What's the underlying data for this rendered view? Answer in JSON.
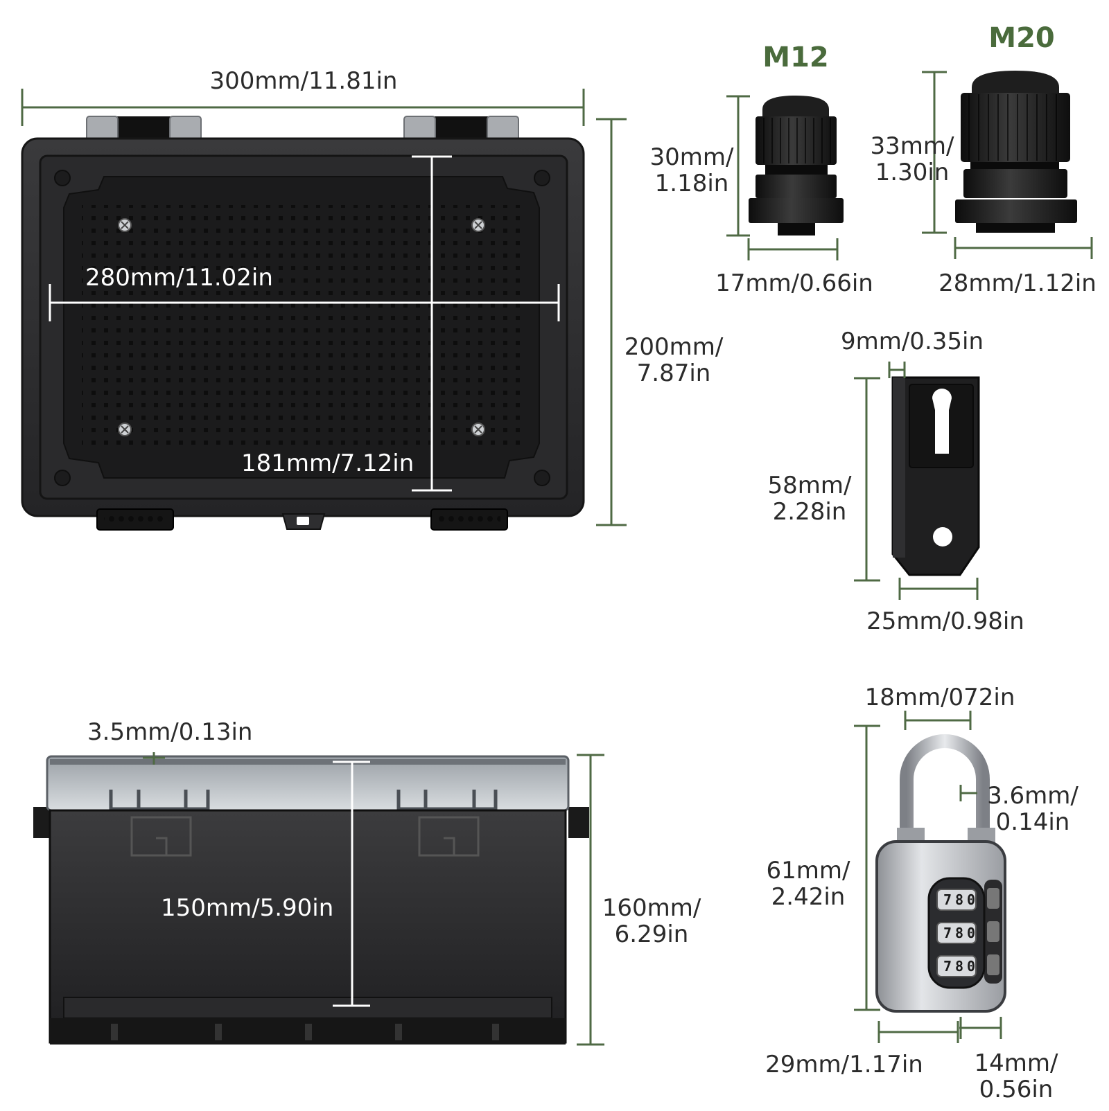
{
  "colors": {
    "accent_green": "#4a6b3c",
    "dim_line": "#4f6a44",
    "box_body": "#2e2e30",
    "box_panel": "#1b1b1c",
    "lock_silver": "#bfc2c6",
    "text": "#2b2b2b"
  },
  "box_top_view": {
    "width_label": "300mm/11.81in",
    "inner_width_label": "280mm/11.02in",
    "inner_height_label": "181mm/7.12in",
    "height_label_1": "200mm/",
    "height_label_2": "7.87in"
  },
  "box_side_view": {
    "lid_thickness_label": "3.5mm/0.13in",
    "inner_depth_label": "150mm/5.90in",
    "depth_label_1": "160mm/",
    "depth_label_2": "6.29in"
  },
  "gland_m12": {
    "title": "M12",
    "height_label_1": "30mm/",
    "height_label_2": "1.18in",
    "width_label": "17mm/0.66in"
  },
  "gland_m20": {
    "title": "M20",
    "height_label_1": "33mm/",
    "height_label_2": "1.30in",
    "width_label": "28mm/1.12in"
  },
  "bracket": {
    "thickness_label": "9mm/0.35in",
    "height_label_1": "58mm/",
    "height_label_2": "2.28in",
    "width_label": "25mm/0.98in"
  },
  "padlock": {
    "shackle_width_label": "18mm/072in",
    "shackle_diameter_label_1": "3.6mm/",
    "shackle_diameter_label_2": "0.14in",
    "height_label_1": "61mm/",
    "height_label_2": "2.42in",
    "body_width_label": "29mm/1.17in",
    "body_depth_label_1": "14mm/",
    "body_depth_label_2": "0.56in",
    "dial_digits": [
      "7",
      "8",
      "0"
    ]
  }
}
